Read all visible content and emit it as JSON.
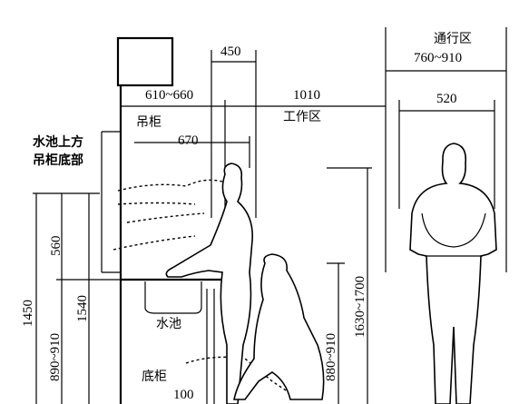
{
  "labels": {
    "passage_zone": "通行区",
    "passage_width": "760~910",
    "person_width": "520",
    "reach_450": "450",
    "counter_depth": "610~660",
    "work_depth": "1010",
    "work_zone": "工作区",
    "wall_cabinet": "吊柜",
    "reach_670": "670",
    "sink_upper_line1": "水池上方",
    "sink_upper_line2": "吊柜底部",
    "sink": "水池",
    "base_cabinet": "底柜",
    "toe_100": "100",
    "h_560": "560",
    "h_1450": "1450",
    "h_1540": "1540",
    "h_890_910": "890~910",
    "h_880_910": "880~910",
    "h_1630_1700": "1630~1700"
  }
}
